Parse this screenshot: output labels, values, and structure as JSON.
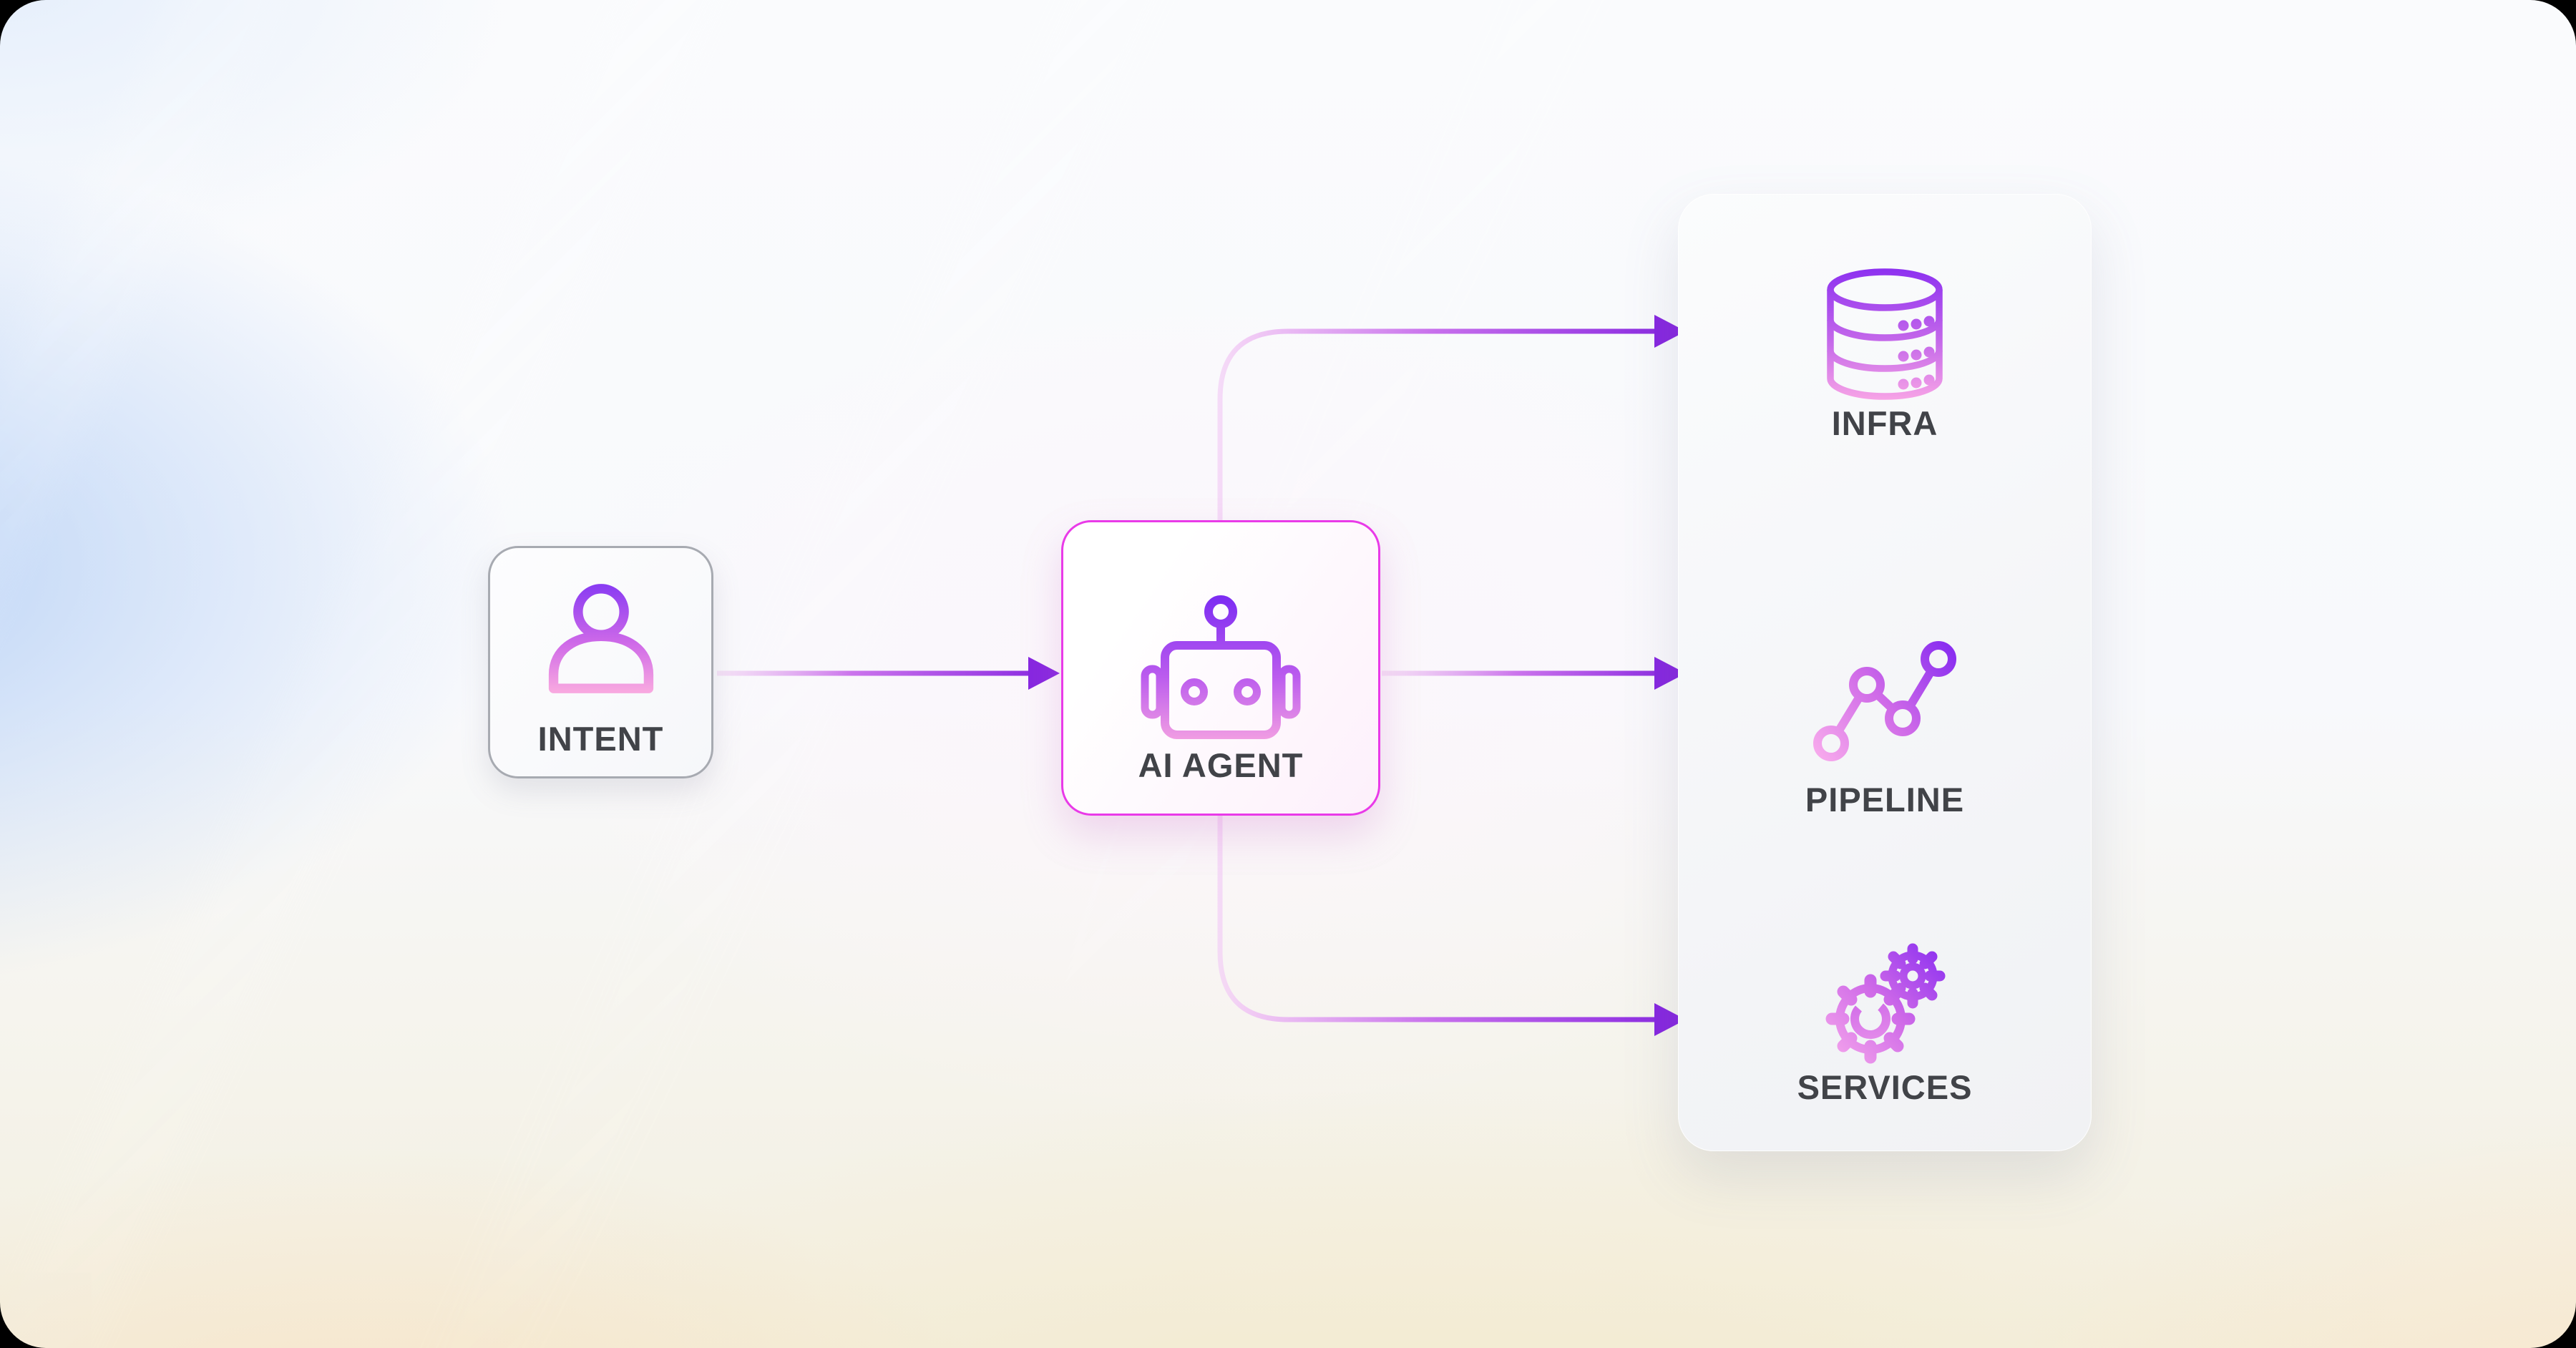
{
  "diagram": {
    "nodes": {
      "intent": {
        "label": "INTENT",
        "icon": "user-icon"
      },
      "agent": {
        "label": "AI AGENT",
        "icon": "robot-icon"
      }
    },
    "outputs": [
      {
        "label": "INFRA",
        "icon": "database-icon"
      },
      {
        "label": "PIPELINE",
        "icon": "line-chart-icon"
      },
      {
        "label": "SERVICES",
        "icon": "gears-icon"
      }
    ],
    "colors": {
      "arrow_purple": "#8727e0",
      "arrow_pink_start": "#f3d3f3",
      "agent_border": "#e93ae8",
      "intent_border": "#a7aab1",
      "icon_gradient_top": "#8533f2",
      "icon_gradient_mid": "#c167ec",
      "icon_gradient_bottom": "#f9a6e6",
      "label_text": "#414348",
      "panel_background": "#f5f6f8"
    }
  }
}
